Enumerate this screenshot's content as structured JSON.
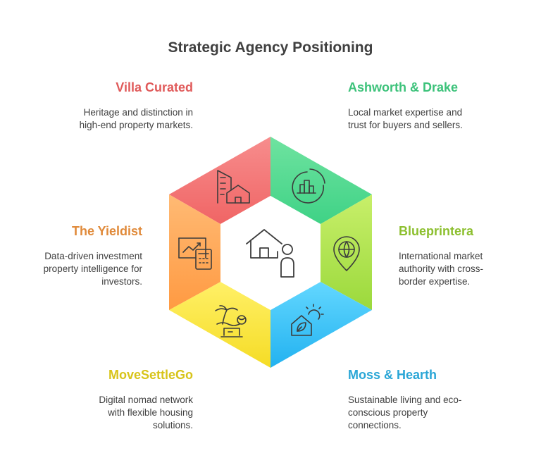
{
  "title": "Strategic Agency Positioning",
  "agencies": [
    {
      "name": "Villa Curated",
      "description": "Heritage and distinction in high-end property markets.",
      "color": "#e05a5a"
    },
    {
      "name": "Ashworth & Drake",
      "description": "Local market expertise and trust for buyers and sellers.",
      "color": "#3cc27a"
    },
    {
      "name": "Blueprintera",
      "description": "International market authority with cross-border expertise.",
      "color": "#8cbf2e"
    },
    {
      "name": "Moss & Hearth",
      "description": "Sustainable living and eco-conscious property connections.",
      "color": "#2aa6d6"
    },
    {
      "name": "MoveSettleGo",
      "description": "Digital nomad network with flexible housing solutions.",
      "color": "#d8c41a"
    },
    {
      "name": "The Yieldist",
      "description": "Data-driven investment property intelligence for investors.",
      "color": "#e08a3a"
    }
  ],
  "icons": {
    "center": "house-person-icon",
    "villa": "buildings-house-icon",
    "ashworth": "buildings-chart-icon",
    "blueprintera": "globe-pin-icon",
    "moss": "eco-house-sun-icon",
    "movesettlego": "palm-laptop-icon",
    "yieldist": "chart-calculator-icon"
  }
}
